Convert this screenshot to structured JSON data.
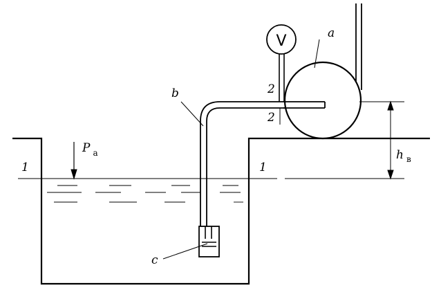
{
  "labels": {
    "pump": "a",
    "pipe": "b",
    "strainer": "c",
    "section_1_left": "1",
    "section_1_right": "1",
    "section_2_upper": "2",
    "section_2_lower": "2",
    "pressure_symbol": "P",
    "pressure_sub": "a",
    "height_symbol": "h",
    "height_sub": "в",
    "gauge_symbol": "V"
  },
  "icons": {
    "gauge": "vacuum-gauge-icon",
    "arrow": "down-arrow-icon"
  }
}
